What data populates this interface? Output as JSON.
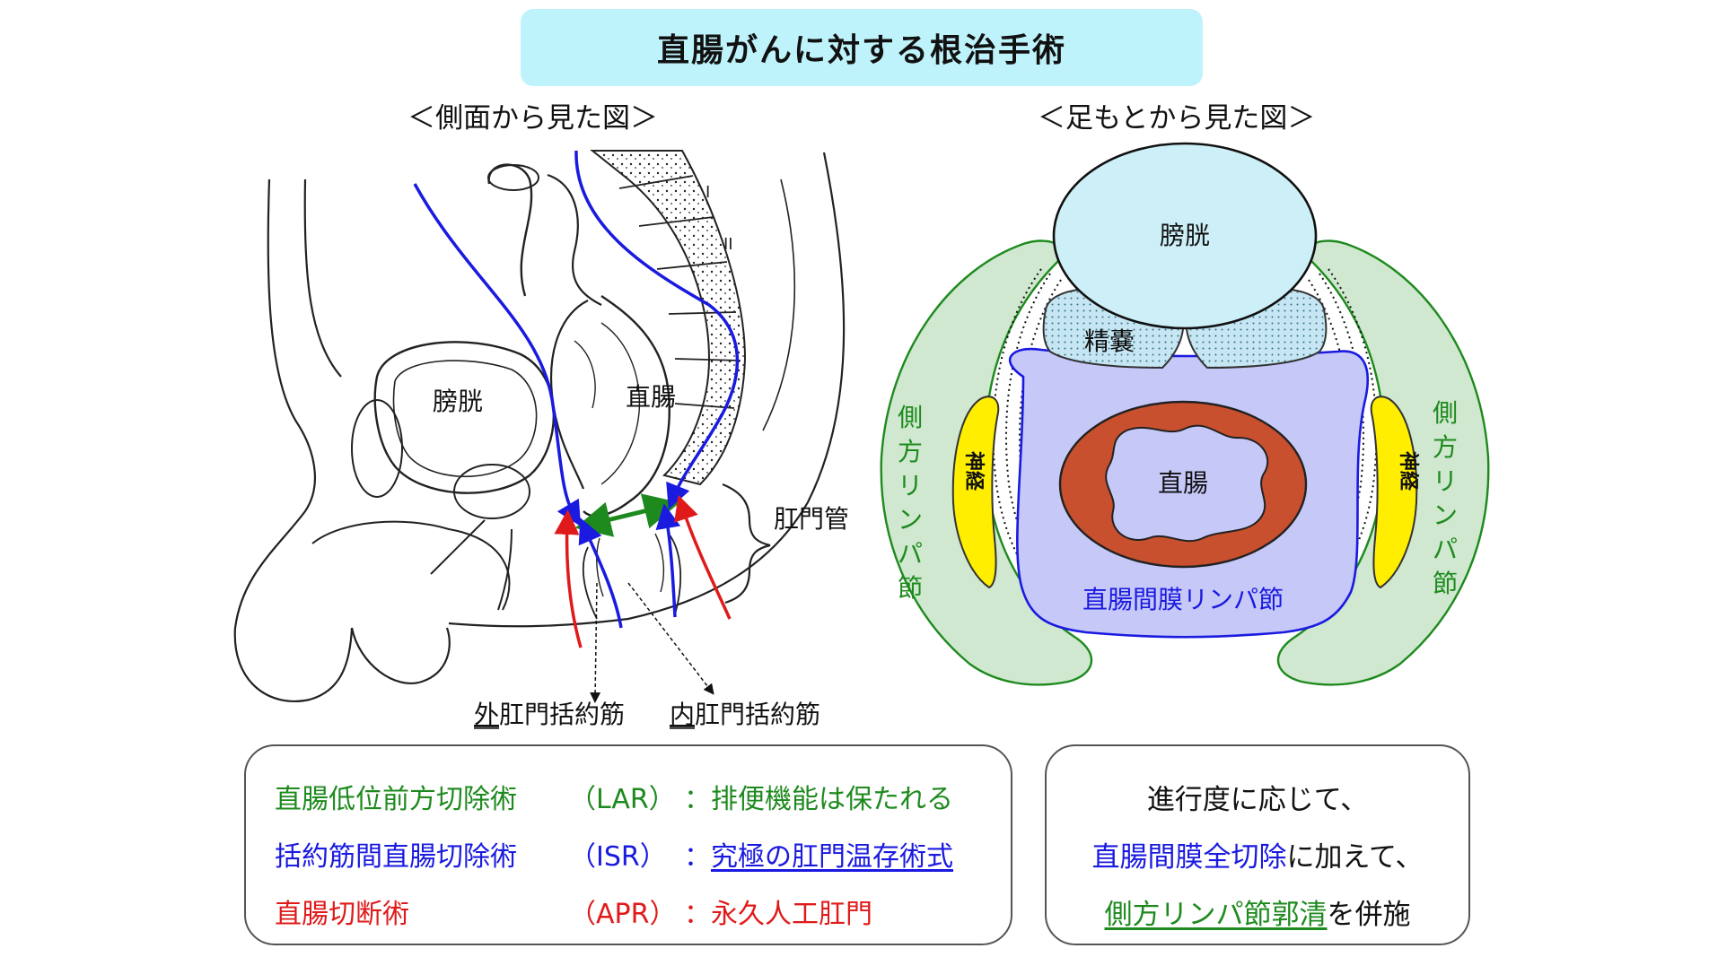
{
  "title": "直腸がんに対する根治手術",
  "side_view": {
    "title": "＜側面から見た図＞",
    "labels": {
      "bladder": "膀胱",
      "rectum": "直腸",
      "anal_canal": "肛門管",
      "ext_prefix": "外",
      "ext_rest": "肛門括約筋",
      "int_prefix": "内",
      "int_rest": "肛門括約筋",
      "roman_1": "I",
      "roman_2": "II"
    }
  },
  "foot_view": {
    "title": "＜足もとから見た図＞",
    "labels": {
      "bladder": "膀胱",
      "seminal": "精嚢",
      "rectum": "直腸",
      "mesorectal": "直腸間膜リンパ節",
      "lateral_left": [
        "側",
        "方",
        "リ",
        "ン",
        "パ",
        "節"
      ],
      "lateral_right": [
        "側",
        "方",
        "リ",
        "ン",
        "パ",
        "節"
      ],
      "nerve_left": "神経",
      "nerve_right": "神経"
    }
  },
  "procedures": [
    {
      "name": "直腸低位前方切除術",
      "abbr": "（LAR）",
      "desc": "：排便機能は保たれる",
      "color": "#1e8a1e",
      "desc_underline": false
    },
    {
      "name": "括約筋間直腸切除術",
      "abbr": "（ISR）",
      "desc_colon": "：",
      "desc": "究極の肛門温存術式",
      "color": "#1a1ae0",
      "desc_underline": true
    },
    {
      "name": "直腸切断術",
      "abbr": "（APR）",
      "desc": "：永久人工肛門",
      "color": "#e01a1a",
      "desc_underline": false
    }
  ],
  "note": {
    "line1": "進行度に応じて、",
    "line2_colored": "直腸間膜全切除",
    "line2_rest": "に加えて、",
    "line3_colored": "側方リンパ節郭清",
    "line3_rest": "を併施"
  },
  "colors": {
    "title_bg": "#bff3fb",
    "lar": "#1e8a1e",
    "isr": "#1a1ae0",
    "apr": "#e01a1a",
    "bladder_fill": "#cdeff8",
    "mesorectal_fill": "#c6c8f8",
    "lateral_fill": "#cfe8cf",
    "rectum_wall": "#c8502e",
    "nerve": "#ffee00"
  }
}
